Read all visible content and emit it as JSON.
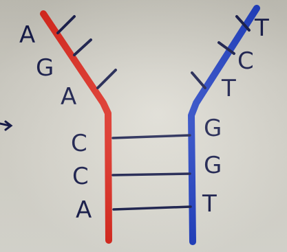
{
  "left_strand": {
    "bases": [
      "A",
      "G",
      "A",
      "C",
      "C",
      "A"
    ],
    "color": "#e02a1f"
  },
  "right_strand": {
    "bases": [
      "T",
      "C",
      "T",
      "G",
      "G",
      "T"
    ],
    "color": "#1f3fc4"
  },
  "ink_color": "#151a4a"
}
